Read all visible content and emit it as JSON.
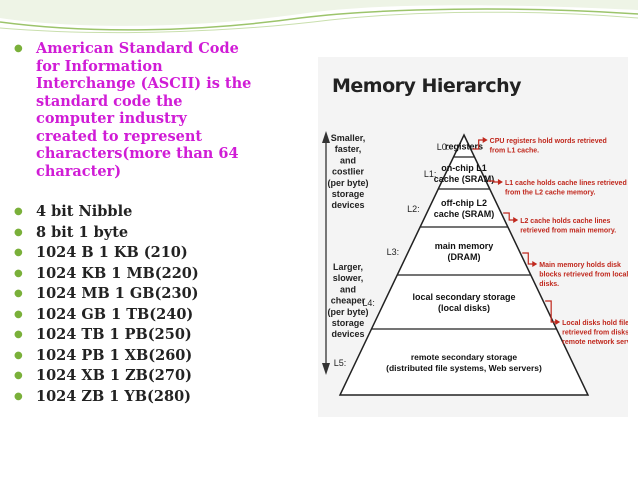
{
  "slide": {
    "ascii_text": "American Standard Code\nfor Information\nInterchange (ASCII) is the\nstandard code the\ncomputer industry\ncreated to represent\ncharacters(more than 64\ncharacter)",
    "units": [
      "4 bit Nibble",
      "8 bit 1 byte",
      "1024 B 1 KB (210)",
      "1024 KB 1 MB(220)",
      "1024 MB 1 GB(230)",
      "1024 GB 1 TB(240)",
      "1024 TB 1 PB(250)",
      "1024 PB 1 XB(260)",
      "1024 XB 1 ZB(270)",
      "1024 ZB 1 YB(280)"
    ]
  },
  "figure": {
    "title": "Memory Hierarchy",
    "top_label": [
      "Smaller,",
      "faster,",
      "and",
      "costlier",
      "(per byte)",
      "storage",
      "devices"
    ],
    "bottom_label": [
      "Larger,",
      "slower,",
      "and",
      "cheaper",
      "(per byte)",
      "storage",
      "devices"
    ],
    "levels": [
      {
        "level": "L0:",
        "lines": [
          "registers"
        ]
      },
      {
        "level": "L1:",
        "lines": [
          "on-chip L1",
          "cache (SRAM)"
        ]
      },
      {
        "level": "L2:",
        "lines": [
          "off-chip L2",
          "cache (SRAM)"
        ]
      },
      {
        "level": "L3:",
        "lines": [
          "main memory",
          "(DRAM)"
        ]
      },
      {
        "level": "L4:",
        "lines": [
          "local secondary storage",
          "(local disks)"
        ]
      },
      {
        "level": "L5:",
        "lines": [
          "remote secondary storage",
          "(distributed file systems, Web servers)"
        ]
      }
    ],
    "notes": [
      [
        "CPU registers hold words retrieved",
        "from L1 cache."
      ],
      [
        "L1 cache holds cache lines retrieved",
        "from the L2 cache memory."
      ],
      [
        "L2 cache holds cache lines",
        "retrieved from main memory."
      ],
      [
        "Main memory holds disk",
        "blocks retrieved from local",
        "disks."
      ],
      [
        "Local disks hold files",
        "retrieved from disks on",
        "remote network servers."
      ]
    ],
    "colors": {
      "note_text": "#c0281d",
      "arrow": "#c0281d",
      "bullet": "#7ab03a",
      "heading_text": "#d01cd6"
    }
  }
}
